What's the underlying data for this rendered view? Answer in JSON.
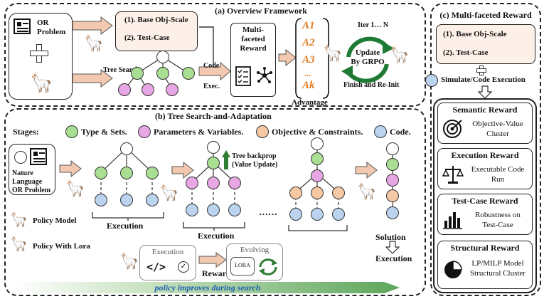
{
  "panel_a": {
    "title": "(a) Overview Framework",
    "input_line1": "OR",
    "input_line2": "Problem",
    "reward_items": [
      "(1). Base Obj-Scale",
      "(2). Test-Case"
    ],
    "tree_search": "Tree Search",
    "code_exec_line1": "Code",
    "code_exec_line2": "Exec.",
    "mf_reward": [
      "Multi-",
      "faceted",
      "Reward"
    ],
    "advantages": [
      "A1",
      "A2",
      "A3",
      "...",
      "Ak"
    ],
    "advantage_label": "Advantage",
    "iter": "Iter 1… N",
    "update_line1": "Update",
    "update_line2": "By GRPO",
    "finish": "Finish and Re-Init"
  },
  "panel_b": {
    "title": "(b) Tree Search-and-Adaptation",
    "stages_label": "Stages:",
    "stages": [
      "Type & Sets.",
      "Parameters & Variables.",
      "Objective & Constraints.",
      "Code."
    ],
    "problem_lines": [
      "Nature",
      "Language",
      "OR Problem"
    ],
    "backprop_lines": [
      "Tree backprop",
      "(Value Update)"
    ],
    "execution": "Execution",
    "dots": "……",
    "solution": "Solution",
    "policy_model": "Policy Model",
    "policy_lora": "Policy With Lora",
    "exec_box": "Execution",
    "reward": "Reward",
    "evolving": "Evolving",
    "lora": "LORA",
    "banner": "policy improves during search"
  },
  "panel_c": {
    "title": "(c) Multi-faceted Reward",
    "items": [
      "(1). Base Obj-Scale",
      "(2). Test-Case"
    ],
    "simulate": "Simulate/Code Execution",
    "rewards": [
      {
        "title": "Semantic Reward",
        "desc1": "Objective-Value",
        "desc2": "Cluster"
      },
      {
        "title": "Execution Reward",
        "desc1": "Executable Code",
        "desc2": "Run"
      },
      {
        "title": "Test-Case Reward",
        "desc1": "Robustness on",
        "desc2": "Test-Case"
      },
      {
        "title": "Structural Reward",
        "desc1": "LP/MILP Model",
        "desc2": "Structural Cluster"
      }
    ]
  },
  "colors": {
    "green": "#a9df93",
    "purple": "#e7a6e4",
    "orange": "#f6c8a3",
    "blue": "#bcd3f0",
    "advantage": "#e07a1f",
    "arrow": "#f2c9b0"
  }
}
